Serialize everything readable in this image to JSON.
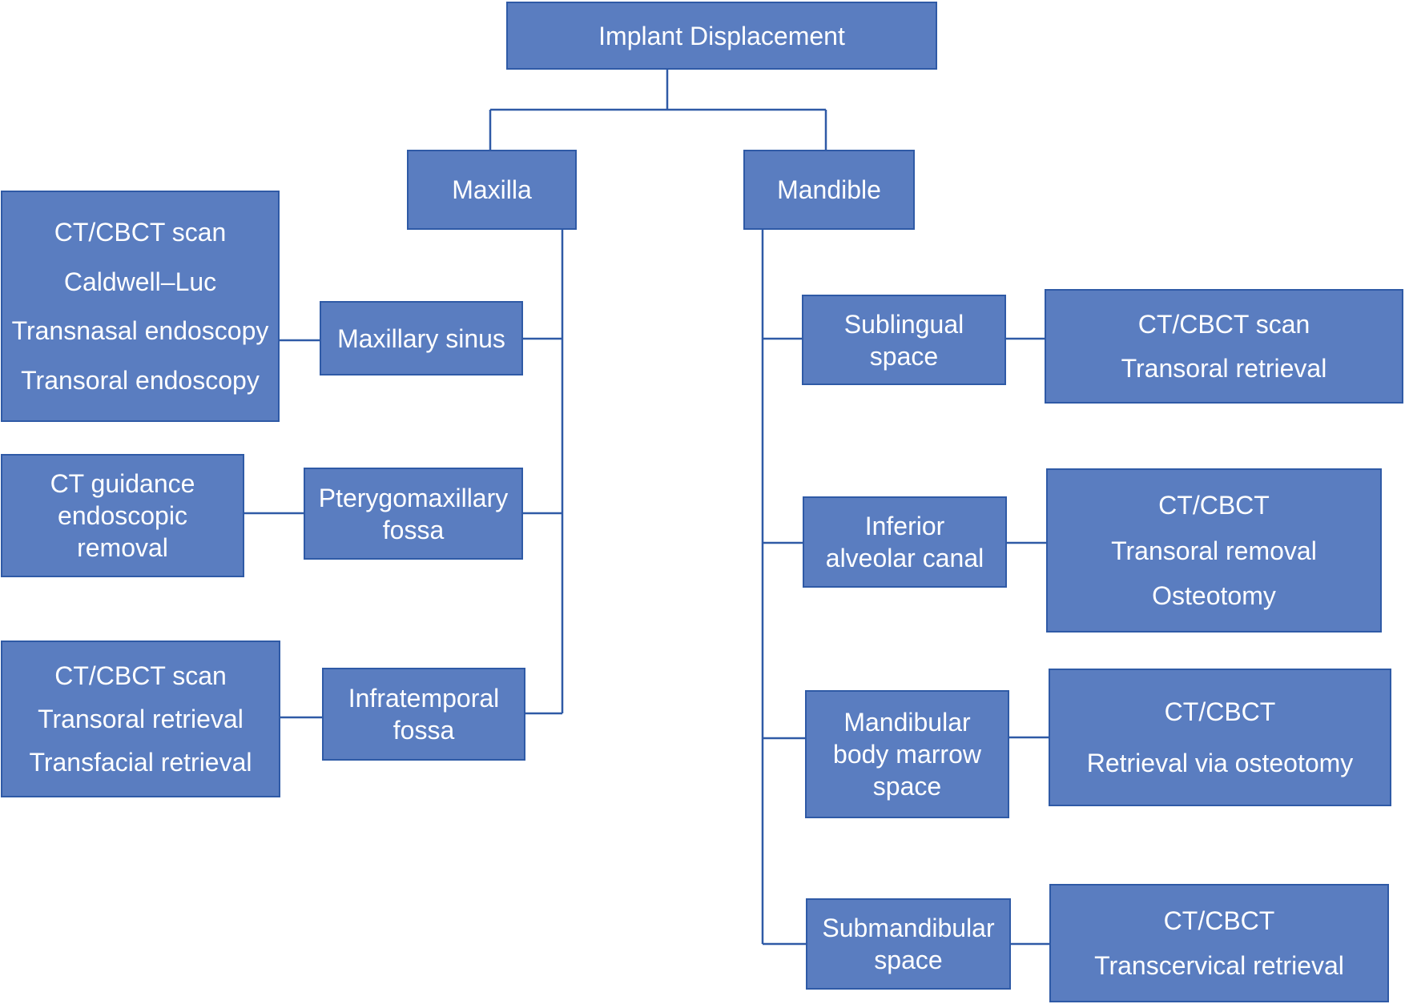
{
  "root": {
    "label": "Implant Displacement"
  },
  "maxilla": {
    "label": "Maxilla",
    "sites": [
      {
        "lines": [
          "Maxillary sinus"
        ],
        "options": [
          "CT/CBCT scan",
          "Caldwell–Luc",
          "Transnasal endoscopy",
          "Transoral endoscopy"
        ]
      },
      {
        "lines": [
          "Pterygomaxillary",
          "fossa"
        ],
        "options": [
          "CT guidance",
          "endoscopic",
          "removal"
        ]
      },
      {
        "lines": [
          "Infratemporal",
          "fossa"
        ],
        "options": [
          "CT/CBCT scan",
          "Transoral retrieval",
          "Transfacial retrieval"
        ]
      }
    ]
  },
  "mandible": {
    "label": "Mandible",
    "sites": [
      {
        "lines": [
          "Sublingual",
          "space"
        ],
        "options": [
          "CT/CBCT scan",
          "Transoral retrieval"
        ]
      },
      {
        "lines": [
          "Inferior",
          "alveolar canal"
        ],
        "options": [
          "CT/CBCT",
          "Transoral removal",
          "Osteotomy"
        ]
      },
      {
        "lines": [
          "Mandibular",
          "body marrow",
          "space"
        ],
        "options": [
          "CT/CBCT",
          "Retrieval via osteotomy"
        ]
      },
      {
        "lines": [
          "Submandibular",
          "space"
        ],
        "options": [
          "CT/CBCT",
          "Transcervical retrieval"
        ]
      }
    ]
  },
  "colors": {
    "box_fill": "#5a7dc0",
    "box_border": "#2f5aa6",
    "connector": "#2f5aa6",
    "text": "#ffffff"
  }
}
